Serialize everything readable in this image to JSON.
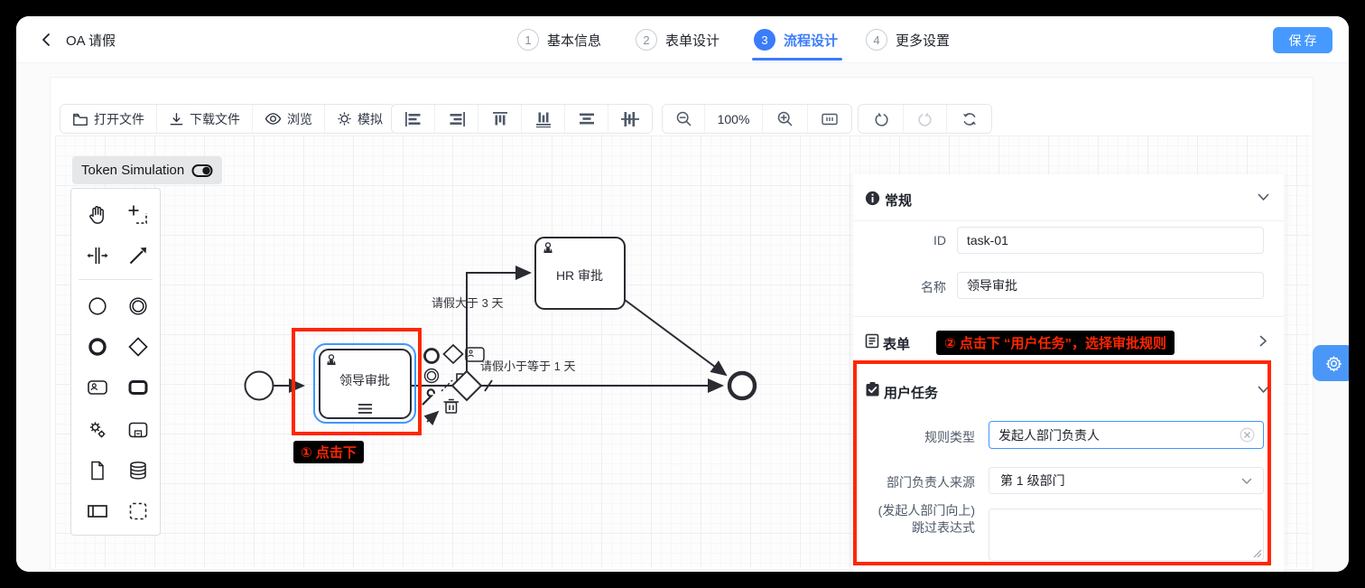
{
  "header": {
    "title": "OA 请假",
    "save_label": "保存",
    "steps": [
      {
        "num": "1",
        "label": "基本信息"
      },
      {
        "num": "2",
        "label": "表单设计"
      },
      {
        "num": "3",
        "label": "流程设计"
      },
      {
        "num": "4",
        "label": "更多设置"
      }
    ]
  },
  "toolbar": {
    "open_label": "打开文件",
    "download_label": "下载文件",
    "preview_label": "浏览",
    "simulate_label": "模拟",
    "zoom_level": "100%"
  },
  "canvas": {
    "token_simulation_label": "Token Simulation",
    "diagram": {
      "task_leader": "领导审批",
      "task_hr": "HR 审批",
      "flow_top_label": "请假大于 3 天",
      "flow_bottom_label": "请假小于等于 1 天"
    },
    "annotations": {
      "step1": "① 点击下",
      "step2": "② 点击下 “用户任务”，选择审批规则"
    }
  },
  "panel": {
    "general": {
      "title": "常规",
      "id_label": "ID",
      "id_value": "task-01",
      "name_label": "名称",
      "name_value": "领导审批"
    },
    "form": {
      "title": "表单"
    },
    "user_task": {
      "title": "用户任务",
      "rule_label": "规则类型",
      "rule_value": "发起人部门负责人",
      "leader_source_label": "部门负责人来源",
      "leader_source_value": "第 1 级部门",
      "skip_label_line1": "(发起人部门向上)",
      "skip_label_line2": "跳过表达式",
      "skip_value": ""
    }
  },
  "colors": {
    "accent_blue": "#3b7cfa",
    "save_blue": "#469aff",
    "annotation_red": "#ff2600",
    "gear_blue": "#4a97f8",
    "selection_blue": "#3f97ff"
  }
}
